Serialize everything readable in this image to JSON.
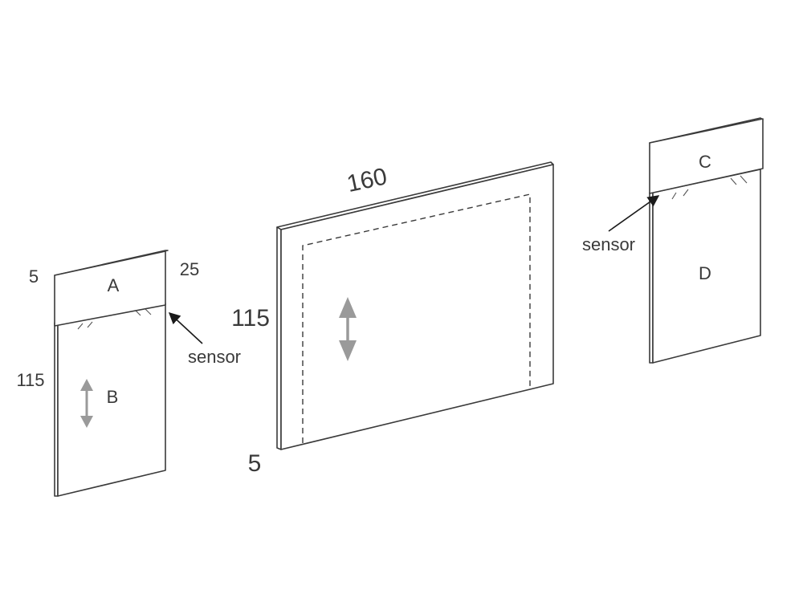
{
  "left_unit": {
    "top_label": "A",
    "panel_label": "B",
    "dim_thickness": "5",
    "dim_height_top": "25",
    "dim_height_panel": "115",
    "sensor_label": "sensor"
  },
  "center_unit": {
    "dim_width": "160",
    "dim_height": "115",
    "dim_thickness": "5"
  },
  "right_unit": {
    "top_label": "C",
    "panel_label": "D",
    "sensor_label": "sensor"
  },
  "colors": {
    "line": "#3a3a3a",
    "arrow_grey": "#9a9a9a"
  },
  "icons": {
    "adjust_arrow": "double-vertical-arrow-icon",
    "sensor_pointer": "pointer-arrow-icon"
  }
}
